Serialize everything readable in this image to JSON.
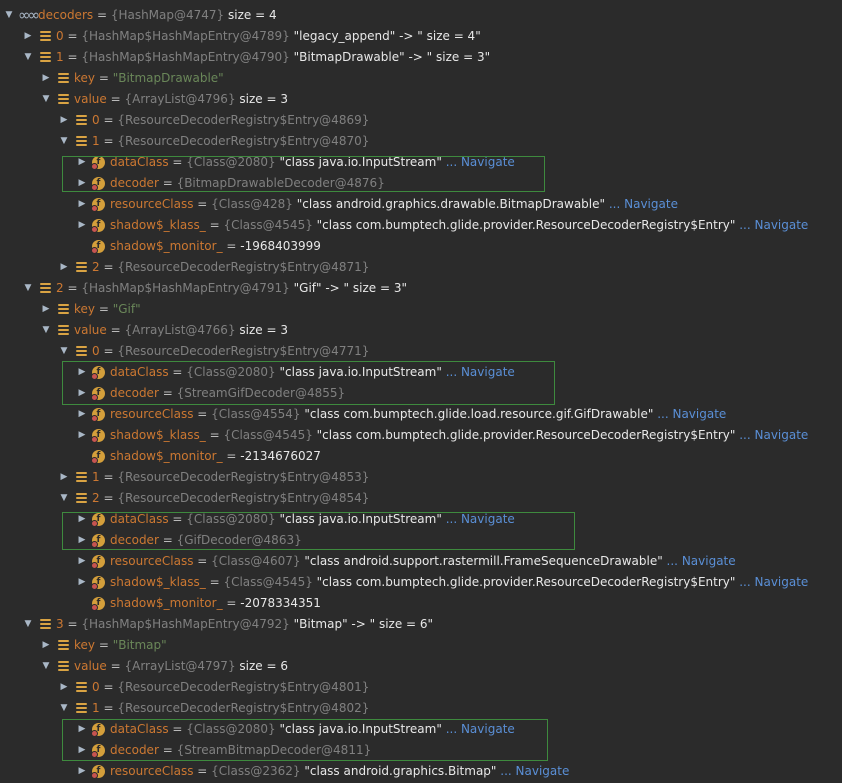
{
  "rows": [
    {
      "d": 0,
      "exp": true,
      "icon": "infinity",
      "name": "decoders",
      "ref": "{HashMap@4747}",
      "val": " size = 4"
    },
    {
      "d": 1,
      "exp": false,
      "icon": "list",
      "name": "0",
      "ref": "{HashMap$HashMapEntry@4789}",
      "val": " \"legacy_append\" -> \" size = 4\""
    },
    {
      "d": 1,
      "exp": true,
      "icon": "list",
      "name": "1",
      "ref": "{HashMap$HashMapEntry@4790}",
      "val": " \"BitmapDrawable\" -> \" size = 3\""
    },
    {
      "d": 2,
      "exp": false,
      "icon": "list",
      "name": "key",
      "str": "\"BitmapDrawable\""
    },
    {
      "d": 2,
      "exp": true,
      "icon": "list",
      "name": "value",
      "ref": "{ArrayList@4796}",
      "val": "  size = 3"
    },
    {
      "d": 3,
      "exp": false,
      "icon": "list",
      "name": "0",
      "ref": "{ResourceDecoderRegistry$Entry@4869}"
    },
    {
      "d": 3,
      "exp": true,
      "icon": "list",
      "name": "1",
      "ref": "{ResourceDecoderRegistry$Entry@4870}"
    },
    {
      "d": 4,
      "exp": false,
      "icon": "field",
      "name": "dataClass",
      "ref": "{Class@2080}",
      "val": " \"class java.io.InputStream\"",
      "nav": "Navigate"
    },
    {
      "d": 4,
      "exp": false,
      "icon": "field",
      "name": "decoder",
      "ref": "{BitmapDrawableDecoder@4876}"
    },
    {
      "d": 4,
      "exp": false,
      "icon": "field",
      "name": "resourceClass",
      "ref": "{Class@428}",
      "val": " \"class android.graphics.drawable.BitmapDrawable\"",
      "nav": "Navigate"
    },
    {
      "d": 4,
      "exp": false,
      "icon": "field",
      "name": "shadow$_klass_",
      "ref": "{Class@4545}",
      "val": " \"class com.bumptech.glide.provider.ResourceDecoderRegistry$Entry\"",
      "nav": "Navigate"
    },
    {
      "d": 4,
      "exp": null,
      "icon": "field",
      "name": "shadow$_monitor_",
      "val": "-1968403999"
    },
    {
      "d": 3,
      "exp": false,
      "icon": "list",
      "name": "2",
      "ref": "{ResourceDecoderRegistry$Entry@4871}"
    },
    {
      "d": 1,
      "exp": true,
      "icon": "list",
      "name": "2",
      "ref": "{HashMap$HashMapEntry@4791}",
      "val": " \"Gif\" -> \" size = 3\""
    },
    {
      "d": 2,
      "exp": false,
      "icon": "list",
      "name": "key",
      "str": "\"Gif\""
    },
    {
      "d": 2,
      "exp": true,
      "icon": "list",
      "name": "value",
      "ref": "{ArrayList@4766}",
      "val": "  size = 3"
    },
    {
      "d": 3,
      "exp": true,
      "icon": "list",
      "name": "0",
      "ref": "{ResourceDecoderRegistry$Entry@4771}"
    },
    {
      "d": 4,
      "exp": false,
      "icon": "field",
      "name": "dataClass",
      "ref": "{Class@2080}",
      "val": " \"class java.io.InputStream\"",
      "nav": "Navigate"
    },
    {
      "d": 4,
      "exp": false,
      "icon": "field",
      "name": "decoder",
      "ref": "{StreamGifDecoder@4855}"
    },
    {
      "d": 4,
      "exp": false,
      "icon": "field",
      "name": "resourceClass",
      "ref": "{Class@4554}",
      "val": " \"class com.bumptech.glide.load.resource.gif.GifDrawable\"",
      "nav": "Navigate"
    },
    {
      "d": 4,
      "exp": false,
      "icon": "field",
      "name": "shadow$_klass_",
      "ref": "{Class@4545}",
      "val": " \"class com.bumptech.glide.provider.ResourceDecoderRegistry$Entry\"",
      "nav": "Navigate"
    },
    {
      "d": 4,
      "exp": null,
      "icon": "field",
      "name": "shadow$_monitor_",
      "val": "-2134676027"
    },
    {
      "d": 3,
      "exp": false,
      "icon": "list",
      "name": "1",
      "ref": "{ResourceDecoderRegistry$Entry@4853}"
    },
    {
      "d": 3,
      "exp": true,
      "icon": "list",
      "name": "2",
      "ref": "{ResourceDecoderRegistry$Entry@4854}"
    },
    {
      "d": 4,
      "exp": false,
      "icon": "field",
      "name": "dataClass",
      "ref": "{Class@2080}",
      "val": " \"class java.io.InputStream\"",
      "nav": "Navigate"
    },
    {
      "d": 4,
      "exp": false,
      "icon": "field",
      "name": "decoder",
      "ref": "{GifDecoder@4863}"
    },
    {
      "d": 4,
      "exp": false,
      "icon": "field",
      "name": "resourceClass",
      "ref": "{Class@4607}",
      "val": " \"class android.support.rastermill.FrameSequenceDrawable\"",
      "nav": "Navigate"
    },
    {
      "d": 4,
      "exp": false,
      "icon": "field",
      "name": "shadow$_klass_",
      "ref": "{Class@4545}",
      "val": " \"class com.bumptech.glide.provider.ResourceDecoderRegistry$Entry\"",
      "nav": "Navigate"
    },
    {
      "d": 4,
      "exp": null,
      "icon": "field",
      "name": "shadow$_monitor_",
      "val": "-2078334351"
    },
    {
      "d": 1,
      "exp": true,
      "icon": "list",
      "name": "3",
      "ref": "{HashMap$HashMapEntry@4792}",
      "val": " \"Bitmap\" -> \" size = 6\""
    },
    {
      "d": 2,
      "exp": false,
      "icon": "list",
      "name": "key",
      "str": "\"Bitmap\""
    },
    {
      "d": 2,
      "exp": true,
      "icon": "list",
      "name": "value",
      "ref": "{ArrayList@4797}",
      "val": "  size = 6"
    },
    {
      "d": 3,
      "exp": false,
      "icon": "list",
      "name": "0",
      "ref": "{ResourceDecoderRegistry$Entry@4801}"
    },
    {
      "d": 3,
      "exp": true,
      "icon": "list",
      "name": "1",
      "ref": "{ResourceDecoderRegistry$Entry@4802}"
    },
    {
      "d": 4,
      "exp": false,
      "icon": "field",
      "name": "dataClass",
      "ref": "{Class@2080}",
      "val": " \"class java.io.InputStream\"",
      "nav": "Navigate"
    },
    {
      "d": 4,
      "exp": false,
      "icon": "field",
      "name": "decoder",
      "ref": "{StreamBitmapDecoder@4811}"
    },
    {
      "d": 4,
      "exp": false,
      "icon": "field",
      "name": "resourceClass",
      "ref": "{Class@2362}",
      "val": " \"class android.graphics.Bitmap\"",
      "nav": "Navigate"
    }
  ],
  "colors": {
    "background": "#2b2b2b",
    "field_name": "#cc7832",
    "reference": "#808080",
    "string_key": "#6a8759",
    "navigate_link": "#5a8fd6",
    "highlight_box": "#3e8a3e"
  }
}
